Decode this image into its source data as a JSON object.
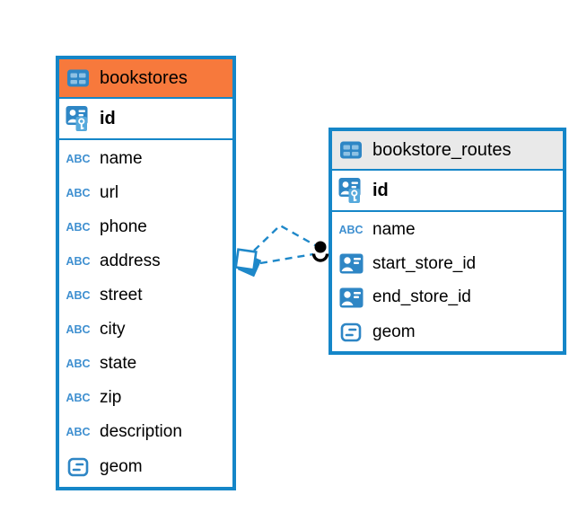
{
  "diagram": {
    "type": "entity-relationship",
    "colors": {
      "accent_blue": "#1586C8",
      "icon_blue": "#2E86C5",
      "bookstores_header": "#F7793C",
      "bookstore_routes_header": "#E9E9E9",
      "text": "#000000"
    },
    "icons": {
      "table_icon": "table-grid",
      "primary_key_icon": "id-card-with-key",
      "reference_icon": "id-card",
      "text_type_label": "ABC",
      "geometry_icon": "rounded-box-dashes"
    },
    "tables": [
      {
        "title": "bookstores",
        "primary_key": "id",
        "columns": [
          {
            "name": "name",
            "type": "text"
          },
          {
            "name": "url",
            "type": "text"
          },
          {
            "name": "phone",
            "type": "text"
          },
          {
            "name": "address",
            "type": "text"
          },
          {
            "name": "street",
            "type": "text"
          },
          {
            "name": "city",
            "type": "text"
          },
          {
            "name": "state",
            "type": "text"
          },
          {
            "name": "zip",
            "type": "text"
          },
          {
            "name": "description",
            "type": "text"
          },
          {
            "name": "geom",
            "type": "geometry"
          }
        ]
      },
      {
        "title": "bookstore_routes",
        "primary_key": "id",
        "columns": [
          {
            "name": "name",
            "type": "text"
          },
          {
            "name": "start_store_id",
            "type": "reference"
          },
          {
            "name": "end_store_id",
            "type": "reference"
          },
          {
            "name": "geom",
            "type": "geometry"
          }
        ]
      }
    ],
    "relationship": {
      "from_table": "bookstores",
      "to_table": "bookstore_routes",
      "line_style": "dashed",
      "line_count": 2,
      "source_marker": "double-square",
      "target_marker": "dot-with-arc"
    }
  }
}
